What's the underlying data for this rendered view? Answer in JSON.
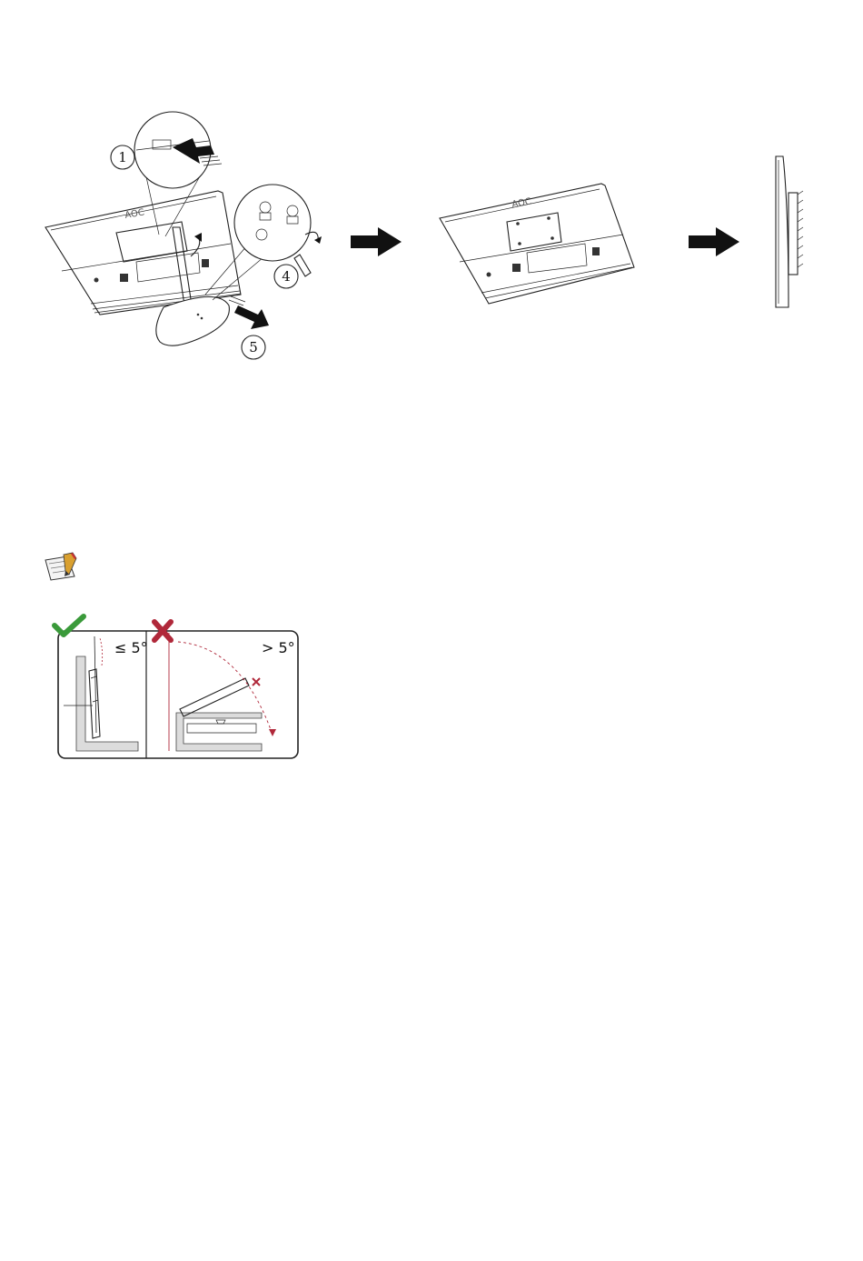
{
  "steps": {
    "step1": "1",
    "step4": "4",
    "step5": "5"
  },
  "brand_logo": "AOC",
  "tilt_note": {
    "ok_label": "≤ 5°",
    "bad_label": "> 5°",
    "ok_symbol": "check-icon",
    "bad_symbol": "cross-icon",
    "ok_color": "#3a9a3a",
    "bad_color": "#b0283a"
  },
  "colors": {
    "line": "#222222",
    "arrow": "#111111",
    "wall": "#dcdcdc"
  }
}
